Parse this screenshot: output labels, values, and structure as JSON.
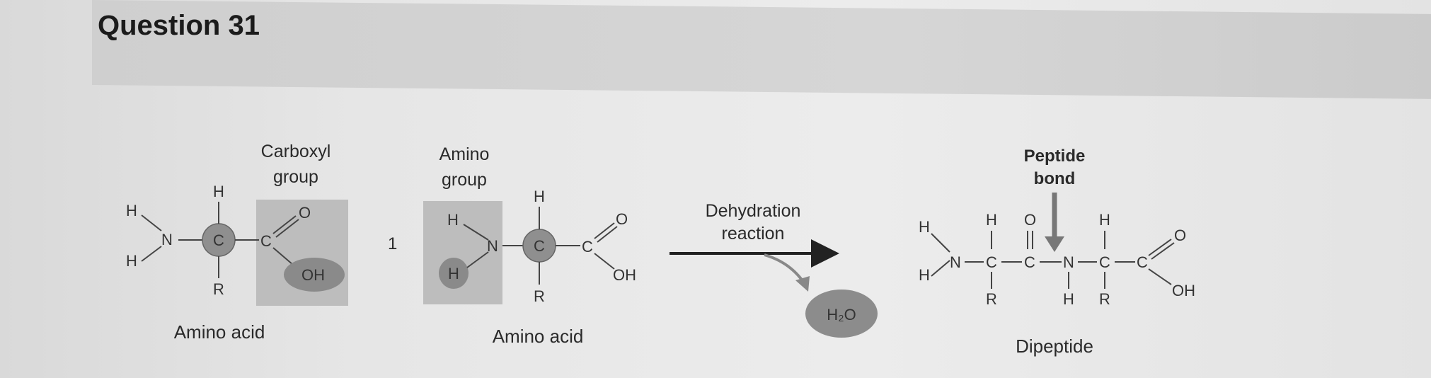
{
  "question": {
    "title": "Question 31"
  },
  "diagram": {
    "carboxyl_label_line1": "Carboxyl",
    "carboxyl_label_line2": "group",
    "amino_label_line1": "Amino",
    "amino_label_line2": "group",
    "plus_sign": "1",
    "amino_acid_1": "Amino acid",
    "amino_acid_2": "Amino acid",
    "reaction_line1": "Dehydration",
    "reaction_line2": "reaction",
    "water": "H₂O",
    "peptide_line1": "Peptide",
    "peptide_line2": "bond",
    "product": "Dipeptide",
    "atoms": {
      "H": "H",
      "N": "N",
      "C": "C",
      "O": "O",
      "R": "R",
      "OH": "OH"
    },
    "colors": {
      "shaded_box": "#bdbdbd",
      "alpha_carbon": "#8f8f8f",
      "group_ellipse": "#8a8a8a",
      "water_ellipse": "#8c8c8c",
      "bond_line": "#444444"
    }
  }
}
